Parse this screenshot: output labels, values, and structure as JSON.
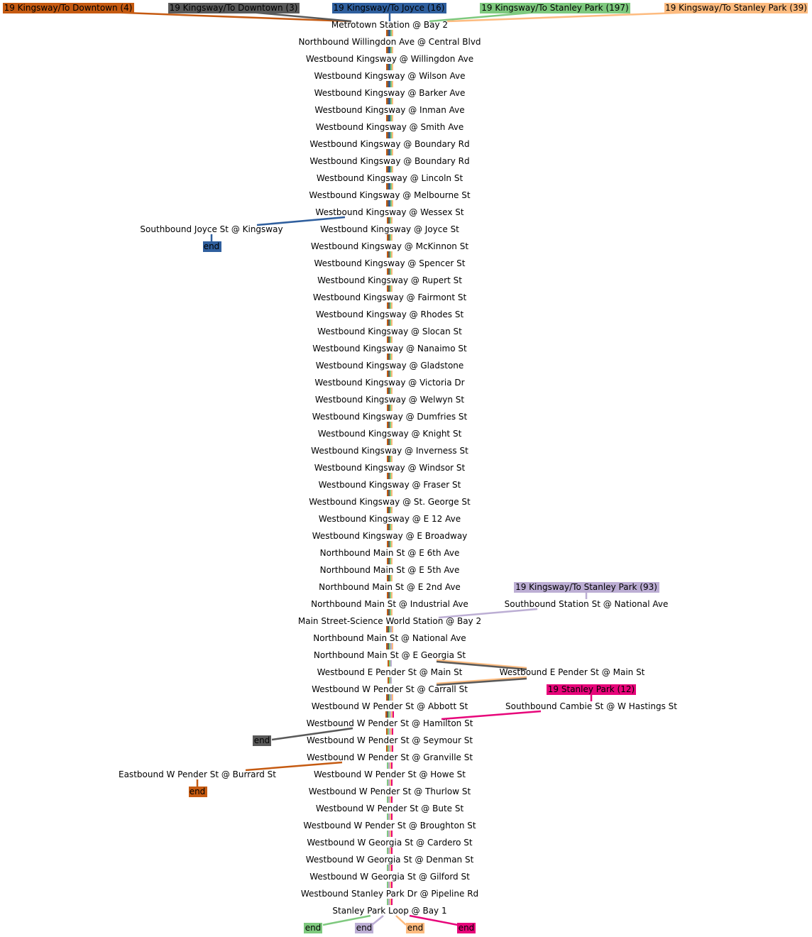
{
  "colors": {
    "route4": "#c55a11",
    "route3": "#595959",
    "route16": "#2f5f9e",
    "route197": "#7ec97e",
    "route39": "#fdbb7f",
    "route93": "#bcaed4",
    "route12": "#e7057a"
  },
  "routes": {
    "r4": "19 Kingsway/To Downtown (4)",
    "r3": "19 Kingsway/To Downtown (3)",
    "r16": "19 Kingsway/To Joyce (16)",
    "r197": "19 Kingsway/To Stanley Park (197)",
    "r39": "19 Kingsway/To Stanley Park (39)",
    "r93": "19 Kingsway/To Stanley Park (93)",
    "r12": "19 Stanley Park (12)"
  },
  "stops": [
    "Metrotown Station @ Bay 2",
    "Northbound Willingdon Ave @ Central Blvd",
    "Westbound Kingsway @ Willingdon Ave",
    "Westbound Kingsway @ Wilson Ave",
    "Westbound Kingsway @ Barker Ave",
    "Westbound Kingsway @ Inman Ave",
    "Westbound Kingsway @ Smith Ave",
    "Westbound Kingsway @ Boundary Rd",
    "Westbound Kingsway @ Boundary Rd",
    "Westbound Kingsway @ Lincoln St",
    "Westbound Kingsway @ Melbourne St",
    "Westbound Kingsway @ Wessex St",
    "Westbound Kingsway @ Joyce St",
    "Westbound Kingsway @ McKinnon St",
    "Westbound Kingsway @ Spencer St",
    "Westbound Kingsway @ Rupert St",
    "Westbound Kingsway @ Fairmont St",
    "Westbound Kingsway @ Rhodes St",
    "Westbound Kingsway @ Slocan St",
    "Westbound Kingsway @ Nanaimo St",
    "Westbound Kingsway @ Gladstone",
    "Westbound Kingsway @ Victoria Dr",
    "Westbound Kingsway @ Welwyn St",
    "Westbound Kingsway @ Dumfries St",
    "Westbound Kingsway @ Knight St",
    "Westbound Kingsway @ Inverness St",
    "Westbound Kingsway @ Windsor St",
    "Westbound Kingsway @ Fraser St",
    "Westbound Kingsway @ St. George St",
    "Westbound Kingsway @ E 12 Ave",
    "Westbound Kingsway @ E Broadway",
    "Northbound Main St @ E 6th Ave",
    "Northbound Main St @ E 5th Ave",
    "Northbound Main St @ E 2nd Ave",
    "Northbound Main St @ Industrial Ave",
    "Main Street-Science World Station @ Bay 2",
    "Northbound Main St @ National Ave",
    "Northbound Main St @ E Georgia St",
    "Westbound E Pender St @ Main St",
    "Westbound W Pender St @ Carrall St",
    "Westbound W Pender St @ Abbott St",
    "Westbound W Pender St @ Hamilton St",
    "Westbound W Pender St @ Seymour St",
    "Westbound W Pender St @ Granville St",
    "Westbound W Pender St @ Howe St",
    "Westbound W Pender St @ Thurlow St",
    "Westbound W Pender St @ Bute St",
    "Westbound W Pender St @ Broughton St",
    "Westbound W Georgia St @ Cardero St",
    "Westbound W Georgia St @ Denman St",
    "Westbound W Georgia St @ Gilford St",
    "Westbound Stanley Park Dr @ Pipeline Rd",
    "Stanley Park Loop @ Bay 1"
  ],
  "side_stops": {
    "joyce": "Southbound Joyce St @ Kingsway",
    "station": "Southbound Station St @ National Ave",
    "epender": "Westbound E Pender St @ Main St",
    "cambie": "Southbound Cambie St @ W Hastings St",
    "burrard": "Eastbound W Pender St @ Burrard St"
  },
  "end_label": "end"
}
